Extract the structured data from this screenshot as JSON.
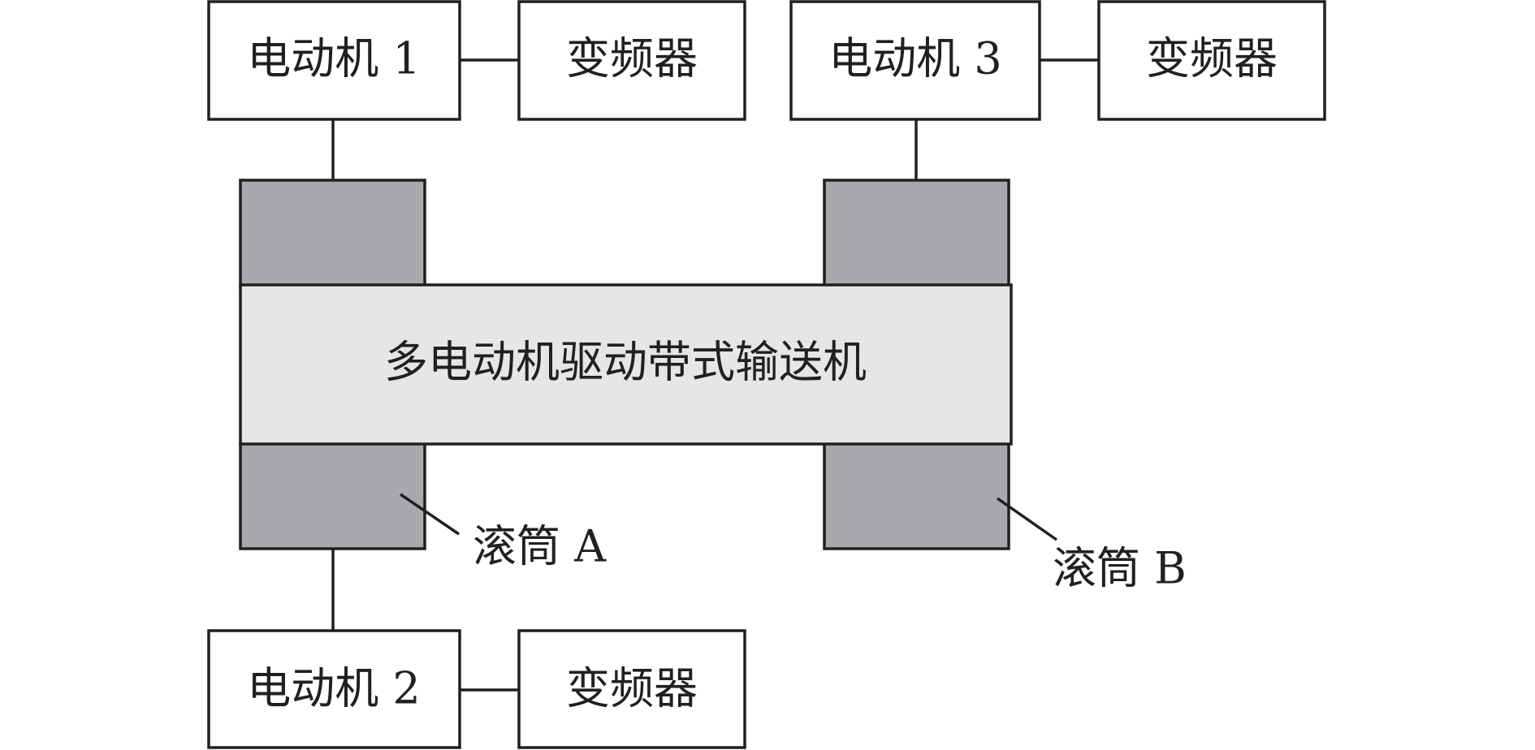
{
  "diagram": {
    "motors": {
      "motor1": "电动机 1",
      "motor2": "电动机 2",
      "motor3": "电动机 3"
    },
    "inverters": {
      "inverter1": "变频器",
      "inverter2": "变频器",
      "inverter3": "变频器"
    },
    "conveyor": "多电动机驱动带式输送机",
    "drums": {
      "drum_a": "滚筒 A",
      "drum_b": "滚筒 B"
    }
  },
  "colors": {
    "stroke": "#231f20",
    "drum_fill": "#a7a9ac",
    "belt_fill": "#e6e6e6",
    "box_fill": "#ffffff"
  }
}
